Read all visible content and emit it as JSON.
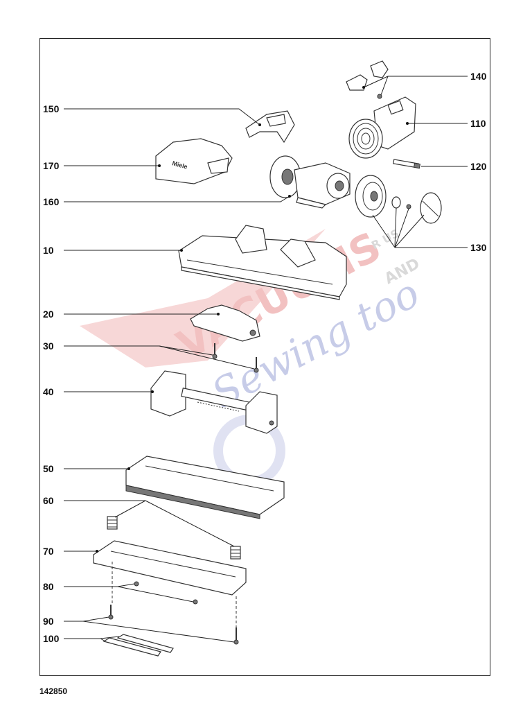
{
  "parts": {
    "p140": "140",
    "p150": "150",
    "p110": "110",
    "p170": "170",
    "p120": "120",
    "p160": "160",
    "p10": "10",
    "p130": "130",
    "p20": "20",
    "p30": "30",
    "p40": "40",
    "p50": "50",
    "p60": "60",
    "p70": "70",
    "p80": "80",
    "p90": "90",
    "p100": "100"
  },
  "brand_logo_text": "Miele",
  "watermark": {
    "line1": "VACUUMS",
    "line2_a": "R US",
    "line2_b": "AND",
    "line3": "Sewing too"
  },
  "document_number": "142850",
  "colors": {
    "watermark_red": "#e89090",
    "watermark_blue": "#9aa3d6",
    "line": "#222222"
  }
}
